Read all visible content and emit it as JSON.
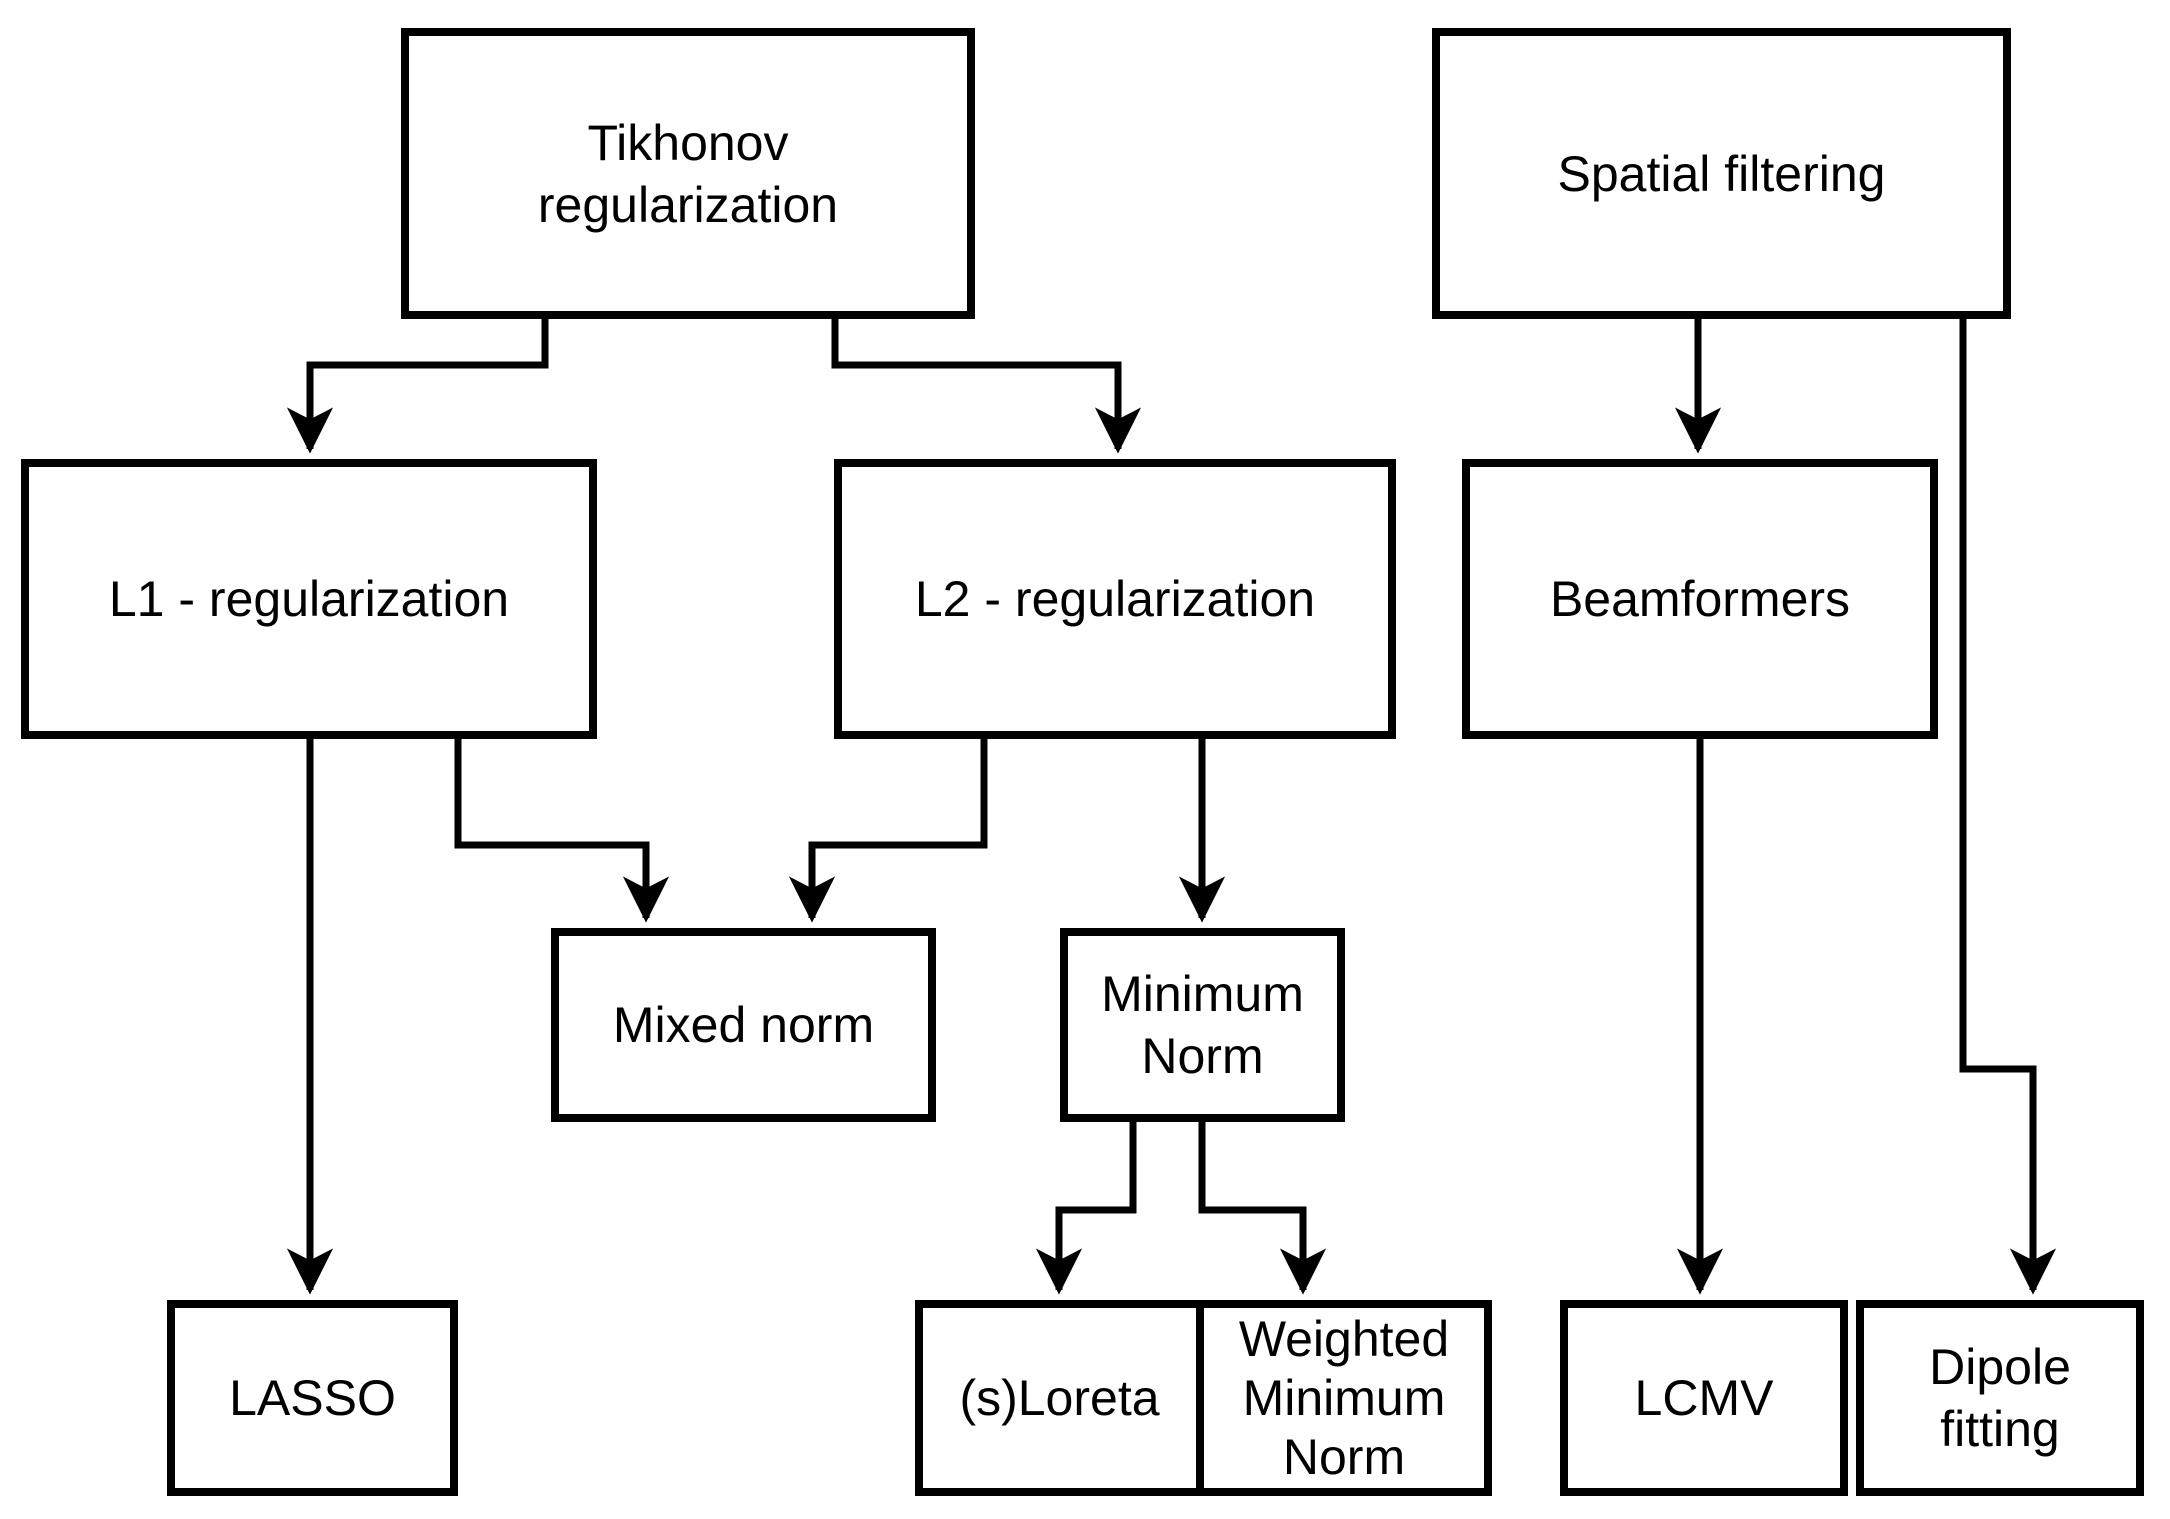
{
  "canvas": {
    "background_color": "#ffffff",
    "line_color": "#000000",
    "text_color": "#000000"
  },
  "nodes": {
    "tikhonov": {
      "label": "Tikhonov\nregularization"
    },
    "spatial_filtering": {
      "label": "Spatial filtering"
    },
    "l1_regularization": {
      "label": "L1 - regularization"
    },
    "l2_regularization": {
      "label": "L2 - regularization"
    },
    "beamformers": {
      "label": "Beamformers"
    },
    "mixed_norm": {
      "label": "Mixed norm"
    },
    "minimum_norm": {
      "label": "Minimum\nNorm"
    },
    "lasso": {
      "label": "LASSO"
    },
    "sloreta": {
      "label": "(s)Loreta"
    },
    "weighted_minimum_norm": {
      "label": "Weighted\nMinimum\nNorm"
    },
    "lcmv": {
      "label": "LCMV"
    },
    "dipole_fitting": {
      "label": "Dipole\nfitting"
    }
  },
  "edges": [
    {
      "from": "tikhonov",
      "to": "l1_regularization"
    },
    {
      "from": "tikhonov",
      "to": "l2_regularization"
    },
    {
      "from": "l1_regularization",
      "to": "lasso"
    },
    {
      "from": "l1_regularization",
      "to": "mixed_norm"
    },
    {
      "from": "l2_regularization",
      "to": "mixed_norm"
    },
    {
      "from": "l2_regularization",
      "to": "minimum_norm"
    },
    {
      "from": "minimum_norm",
      "to": "sloreta"
    },
    {
      "from": "minimum_norm",
      "to": "weighted_minimum_norm"
    },
    {
      "from": "spatial_filtering",
      "to": "beamformers"
    },
    {
      "from": "spatial_filtering",
      "to": "dipole_fitting"
    },
    {
      "from": "beamformers",
      "to": "lcmv"
    }
  ]
}
